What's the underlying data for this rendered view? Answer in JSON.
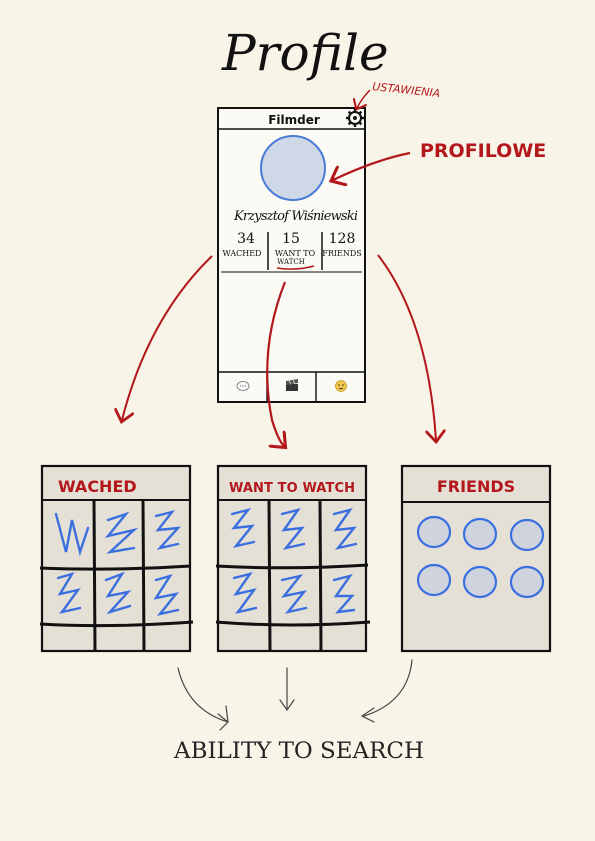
{
  "page": {
    "title": "Profile",
    "footer_note": "ABILITY TO SEARCH"
  },
  "annotations": {
    "settings_label": "USTAWIENIA",
    "avatar_label": "PROFILOWE"
  },
  "phone": {
    "app_title": "Filmder",
    "user_name": "Krzysztof Wiśniewski",
    "stats": [
      {
        "value": "34",
        "label": "WACHED"
      },
      {
        "value": "15",
        "label_line1": "WANT TO",
        "label_line2": "WATCH"
      },
      {
        "value": "128",
        "label": "FRIENDS"
      }
    ],
    "tabs": [
      "chat-icon",
      "clapperboard-icon",
      "face-icon"
    ]
  },
  "screens": [
    {
      "title": "WACHED",
      "kind": "grid"
    },
    {
      "title": "WANT TO WATCH",
      "kind": "grid"
    },
    {
      "title": "FRIENDS",
      "kind": "avatars"
    }
  ],
  "colors": {
    "ink": "#111111",
    "accent_red": "#b3161b",
    "blue_scribble": "#3b6fe0",
    "panel_fill": "#e4e0d6",
    "avatar_fill": "#cfd3de"
  }
}
